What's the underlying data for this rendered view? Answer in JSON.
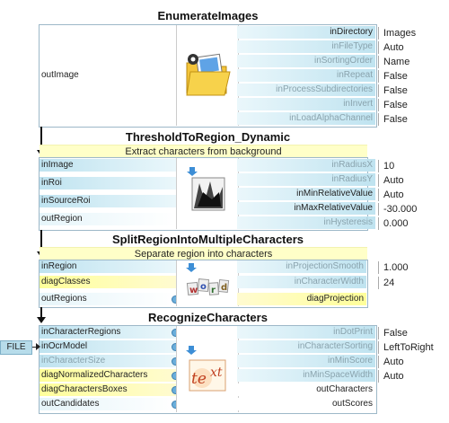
{
  "colors": {
    "input_port": "#bfe3f0",
    "diag_port": "#ffff9a",
    "description": "#ffffc8",
    "connector": "#111111"
  },
  "file_tag": "FILE",
  "filters": [
    {
      "title": "EnumerateImages",
      "icon": "folder-images-icon",
      "left_ports": [
        "outImage"
      ],
      "right_ports": [
        "inDirectory",
        "inFileType",
        "inSortingOrder",
        "inRepeat",
        "inProcessSubdirectories",
        "inInvert",
        "inLoadAlphaChannel"
      ],
      "values": [
        "Images",
        "Auto",
        "Name",
        "False",
        "False",
        "False",
        "False"
      ]
    },
    {
      "title": "ThresholdToRegion_Dynamic",
      "description": "Extract characters from background",
      "icon": "threshold-region-icon",
      "left_ports": [
        "inImage",
        "inRoi",
        "inSourceRoi",
        "outRegion"
      ],
      "right_ports": [
        "inRadiusX",
        "inRadiusY",
        "inMinRelativeValue",
        "inMaxRelativeValue",
        "inHysteresis"
      ],
      "values": [
        "10",
        "Auto",
        "Auto",
        "-30.000",
        "0.000"
      ]
    },
    {
      "title": "SplitRegionIntoMultipleCharacters",
      "description": "Separate region into  characters",
      "icon": "word-split-icon",
      "left_ports": [
        "inRegion",
        "diagClasses",
        "outRegions"
      ],
      "right_ports": [
        "inProjectionSmooth",
        "inCharacterWidth",
        "diagProjection"
      ],
      "values": [
        "1.000",
        "24"
      ]
    },
    {
      "title": "RecognizeCharacters",
      "icon": "text-ocr-icon",
      "left_ports": [
        "inCharacterRegions",
        "inOcrModel",
        "inCharacterSize",
        "diagNormalizedCharacters",
        "diagCharactersBoxes",
        "outCandidates"
      ],
      "right_ports": [
        "inDotPrint",
        "inCharacterSorting",
        "inMinScore",
        "inMinSpaceWidth",
        "outCharacters",
        "outScores"
      ],
      "values": [
        "False",
        "LeftToRight",
        "Auto",
        "Auto"
      ]
    }
  ]
}
